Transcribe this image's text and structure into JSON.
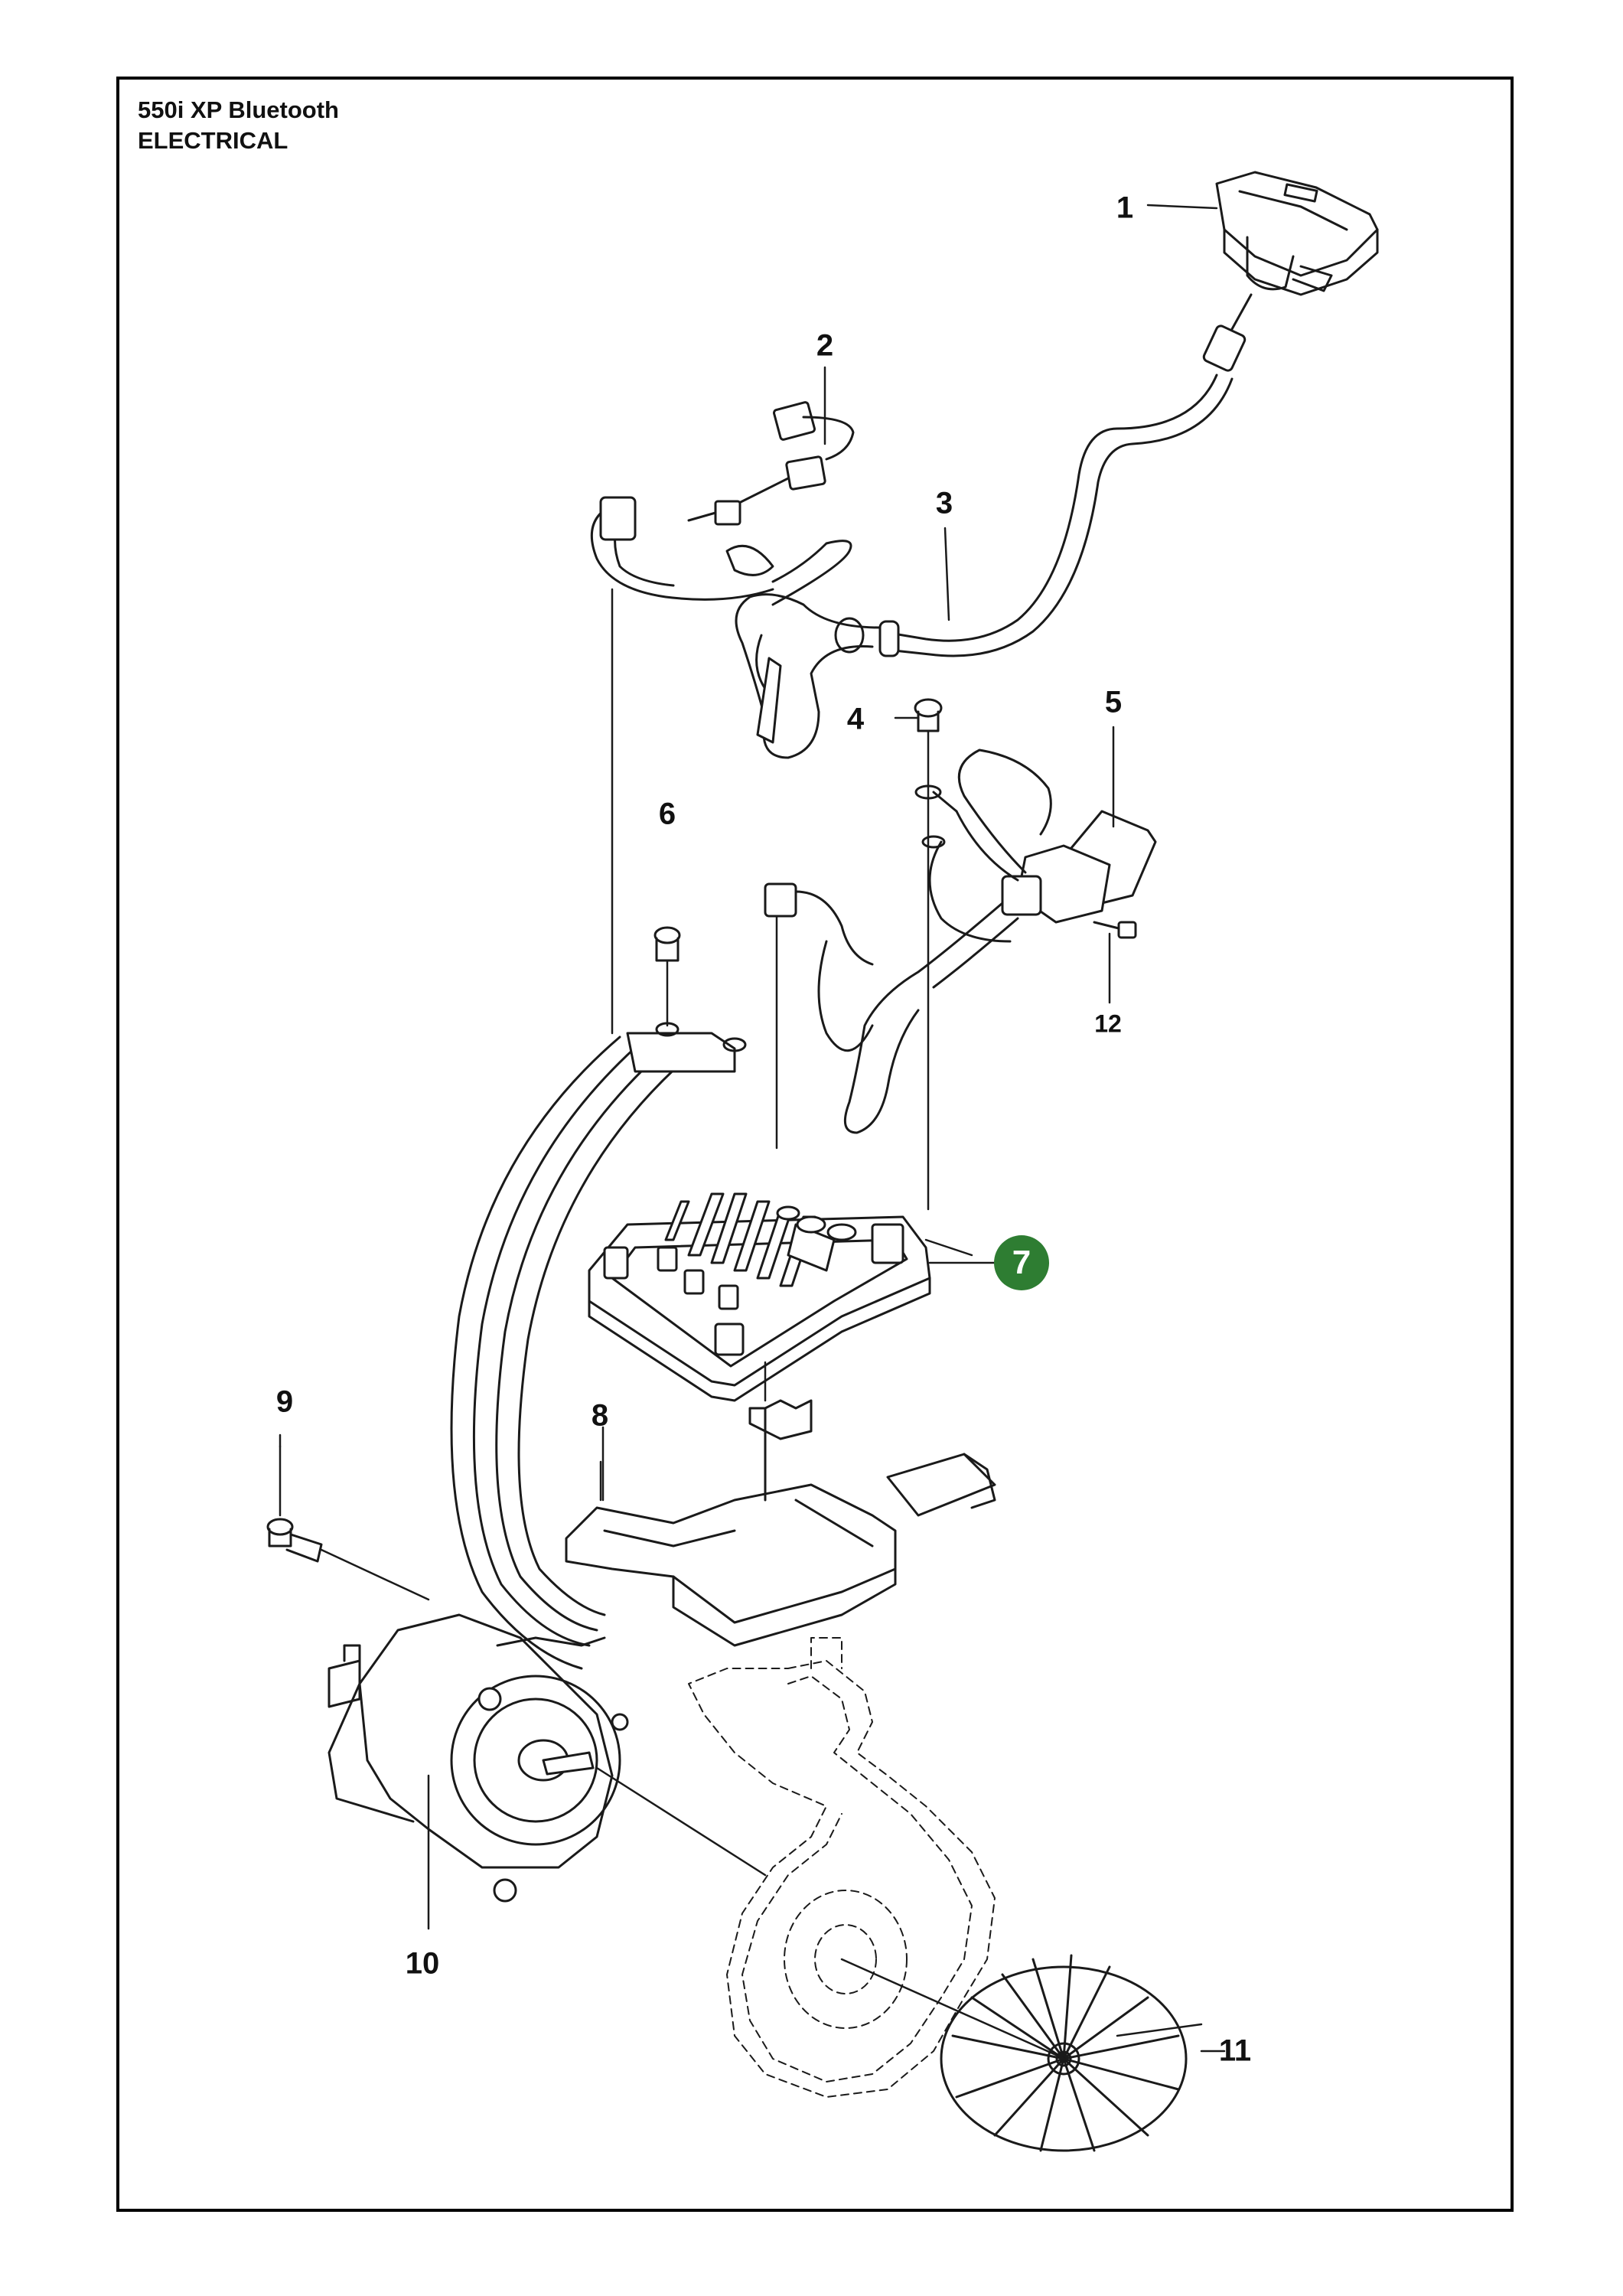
{
  "header": {
    "model": "550i XP Bluetooth",
    "section": "ELECTRICAL"
  },
  "colors": {
    "highlight": "#2e7d32",
    "line": "#1a1a1a"
  },
  "callouts": {
    "c1": "1",
    "c2": "2",
    "c3": "3",
    "c4": "4",
    "c5": "5",
    "c6": "6",
    "c7": "7",
    "c8": "8",
    "c9": "9",
    "c10": "10",
    "c11": "11",
    "c12": "12"
  },
  "highlighted_part": "7"
}
